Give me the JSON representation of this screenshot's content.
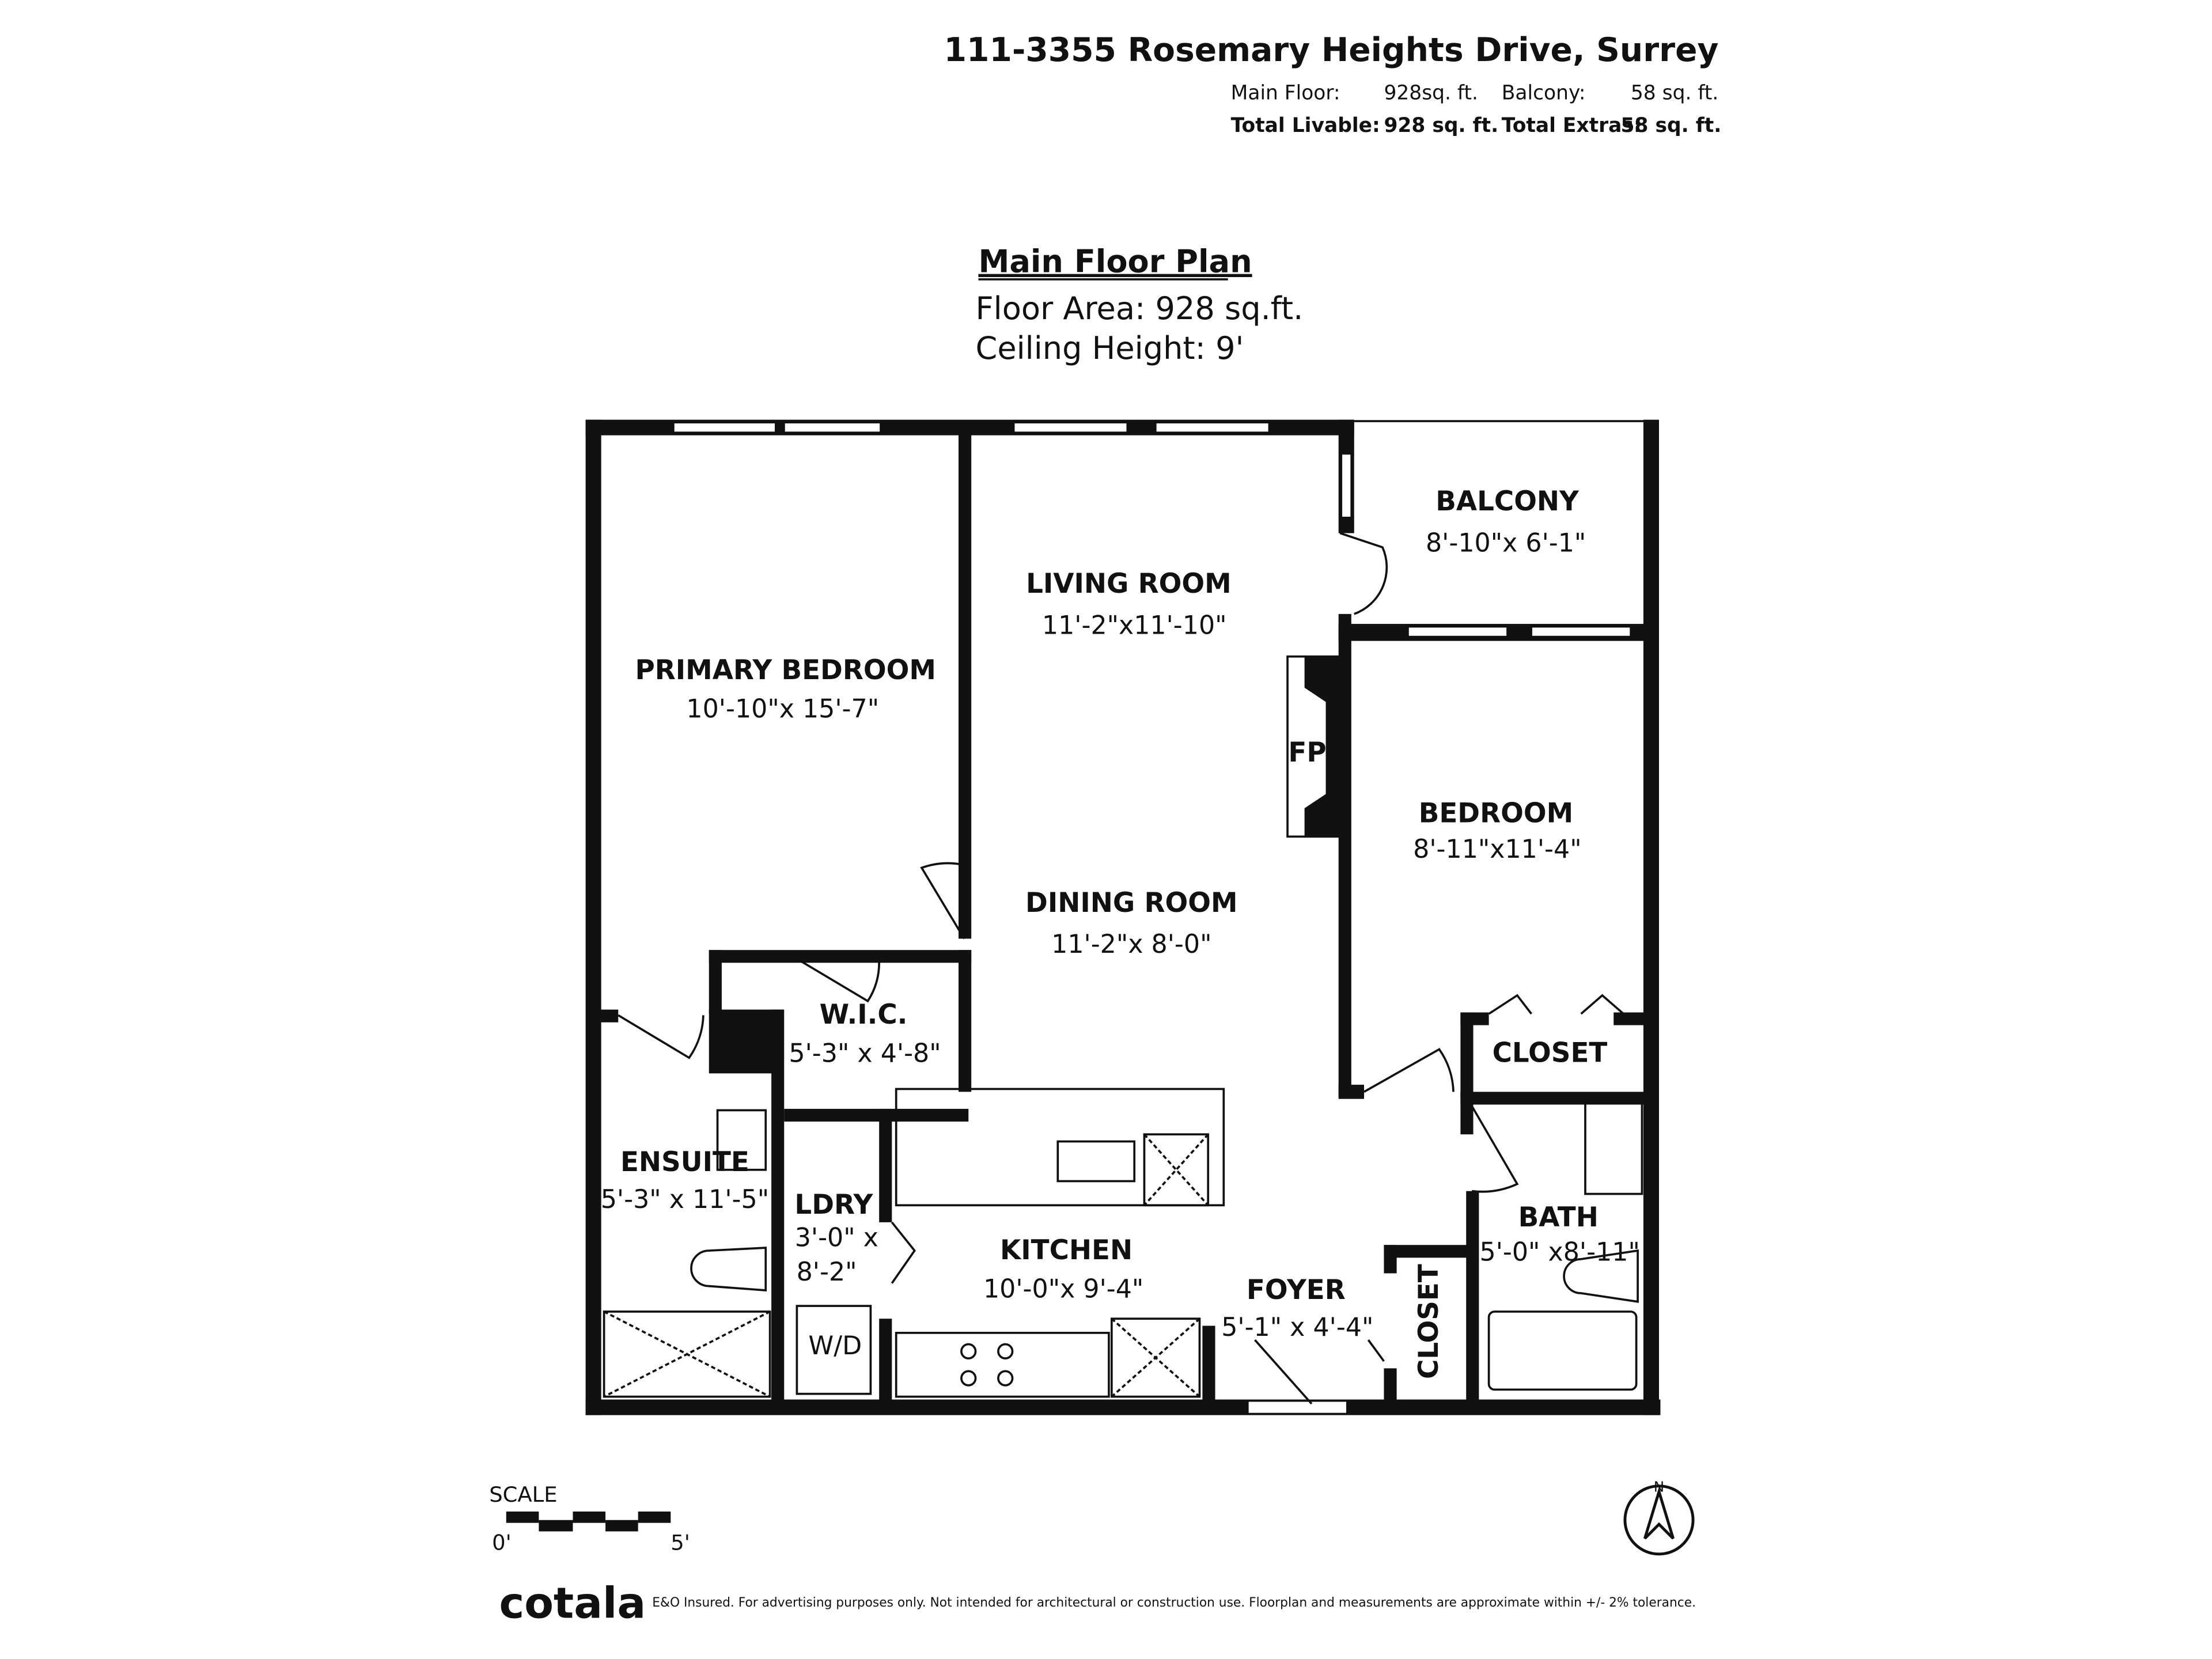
{
  "header": {
    "address": "111-3355 Rosemary Heights Drive, Surrey",
    "main_floor_label": "Main Floor:",
    "main_floor_value": "928sq. ft.",
    "balcony_label": "Balcony:",
    "balcony_value": "58 sq. ft.",
    "total_livable_label": "Total Livable:",
    "total_livable_value": "928 sq. ft.",
    "total_extras_label": "Total Extras:",
    "total_extras_value": "58 sq. ft."
  },
  "plan": {
    "title": "Main Floor Plan",
    "floor_area": "Floor Area: 928 sq.ft.",
    "ceiling_height": "Ceiling Height: 9'"
  },
  "rooms": {
    "primary_bedroom": {
      "name": "PRIMARY BEDROOM",
      "dims": "10'-10\"x 15'-7\""
    },
    "living_room": {
      "name": "LIVING ROOM",
      "dims": "11'-2\"x11'-10\""
    },
    "balcony": {
      "name": "BALCONY",
      "dims": "8'-10\"x 6'-1\""
    },
    "fireplace": {
      "name": "FP"
    },
    "bedroom": {
      "name": "BEDROOM",
      "dims": "8'-11\"x11'-4\""
    },
    "dining_room": {
      "name": "DINING ROOM",
      "dims": "11'-2\"x 8'-0\""
    },
    "wic": {
      "name": "W.I.C.",
      "dims": "5'-3\" x 4'-8\""
    },
    "closet_bedroom": {
      "name": "CLOSET"
    },
    "ensuite": {
      "name": "ENSUITE",
      "dims": "5'-3\" x 11'-5\""
    },
    "laundry": {
      "name": "LDRY",
      "dims_line1": "3'-0\" x",
      "dims_line2": "8'-2\""
    },
    "washer_dryer": {
      "name": "W/D"
    },
    "bath": {
      "name": "BATH",
      "dims": "5'-0\" x8'-11\""
    },
    "kitchen": {
      "name": "KITCHEN",
      "dims": "10'-0\"x 9'-4\""
    },
    "foyer": {
      "name": "FOYER",
      "dims": "5'-1\" x 4'-4\""
    },
    "closet_foyer": {
      "name": "CLOSET"
    }
  },
  "scale": {
    "label": "SCALE",
    "start": "0'",
    "end": "5'"
  },
  "compass": {
    "north": "N"
  },
  "footer": {
    "logo": "cotala",
    "disclaimer": "E&O Insured. For advertising purposes only. Not intended for architectural or construction use. Floorplan and measurements are approximate within +/- 2% tolerance."
  }
}
